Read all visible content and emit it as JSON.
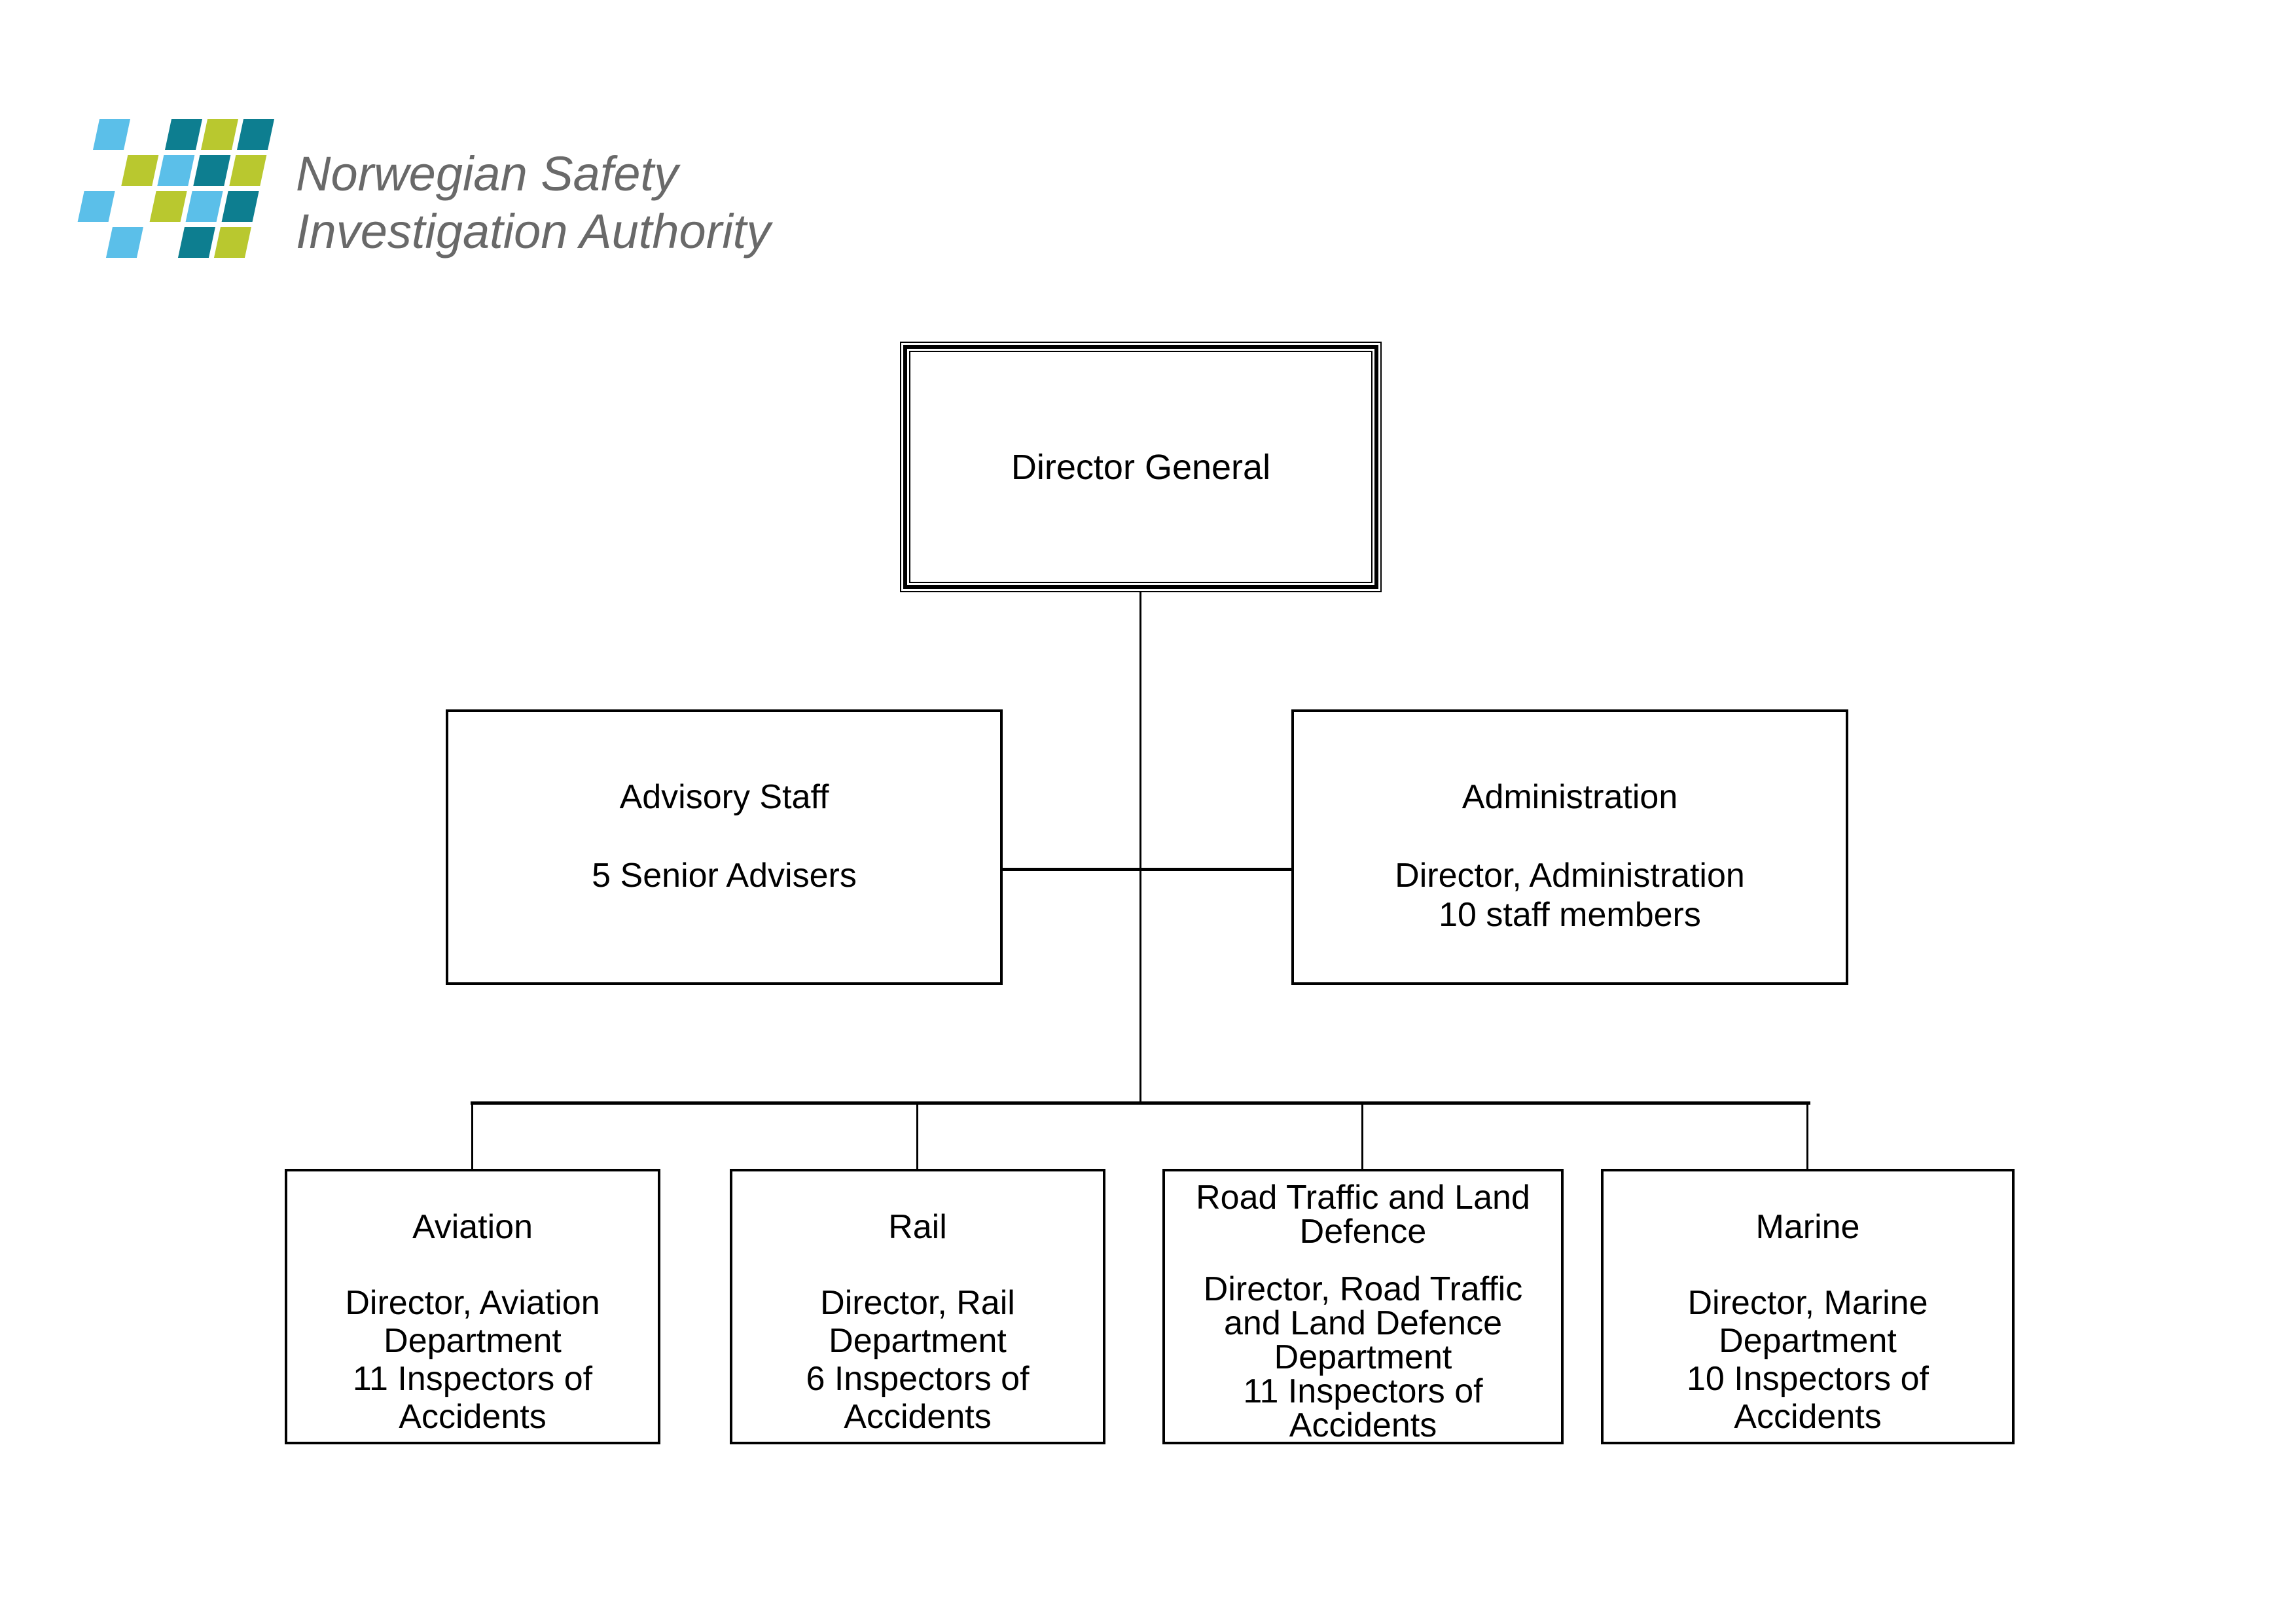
{
  "page": {
    "background": "#ffffff"
  },
  "logo": {
    "line1": "Norwegian Safety",
    "line2": "Investigation Authority",
    "text_color": "#696969",
    "tile_colors": {
      "light_blue": "#5bbfe9",
      "teal": "#0d7e90",
      "green": "#b9c82f"
    },
    "tile_pattern": [
      [
        "light_blue",
        "",
        "teal",
        "green",
        "teal"
      ],
      [
        "",
        "green",
        "light_blue",
        "teal",
        "green"
      ],
      [
        "light_blue",
        "",
        "green",
        "light_blue",
        "teal"
      ],
      [
        "",
        "light_blue",
        "",
        "teal",
        "green"
      ]
    ]
  },
  "org": {
    "root": {
      "title": "Director General"
    },
    "staff": [
      {
        "title": "Advisory Staff",
        "body": "5 Senior Advisers"
      },
      {
        "title": "Administration",
        "body": "Director, Administration\n10 staff members"
      }
    ],
    "departments": [
      {
        "title": "Aviation",
        "body": "Director, Aviation\nDepartment\n11 Inspectors of\nAccidents"
      },
      {
        "title": "Rail",
        "body": "Director, Rail\nDepartment\n6 Inspectors of\nAccidents"
      },
      {
        "title": "Road Traffic and Land\nDefence",
        "body": "Director, Road Traffic\nand Land Defence\nDepartment\n11 Inspectors of\nAccidents"
      },
      {
        "title": "Marine",
        "body": "Director, Marine\nDepartment\n10 Inspectors of\nAccidents"
      }
    ]
  }
}
